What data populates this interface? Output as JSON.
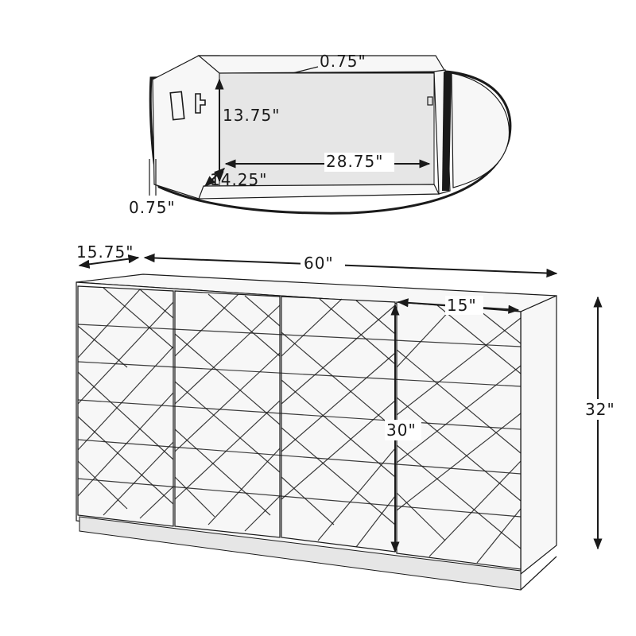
{
  "detail_view": {
    "dims": {
      "board_thickness_top": "0.75\"",
      "shelf_height": "13.75\"",
      "shelf_width": "28.75\"",
      "shelf_depth": "14.25\"",
      "board_thickness_side": "0.75\""
    }
  },
  "cabinet": {
    "dims": {
      "depth": "15.75\"",
      "width": "60\"",
      "door_width": "15\"",
      "door_height": "30\"",
      "total_height": "32\""
    },
    "door_count": 4
  },
  "colors": {
    "ink": "#1a1a1a",
    "background": "#ffffff"
  }
}
